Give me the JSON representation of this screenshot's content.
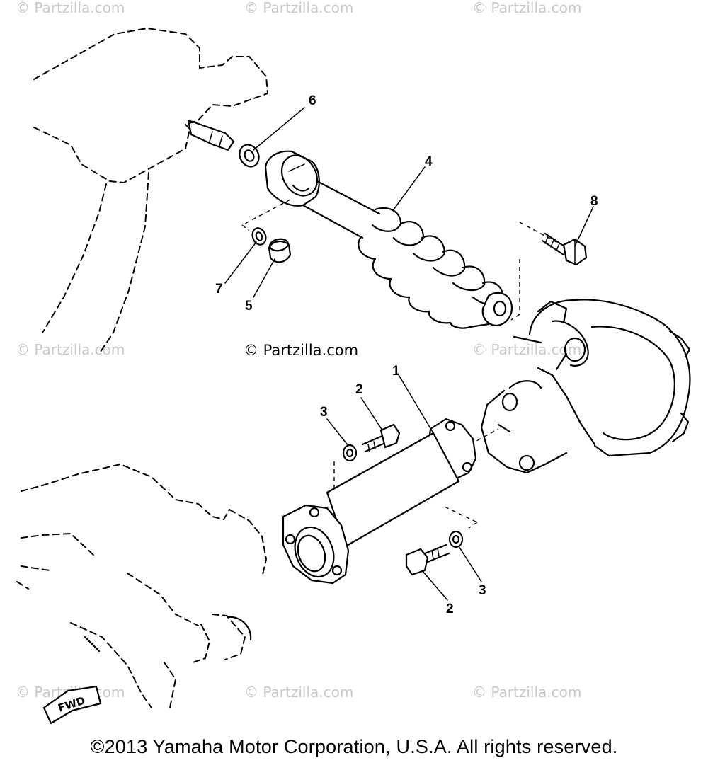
{
  "watermark": "© Partzilla.com",
  "center_watermark": "© Partzilla.com",
  "copyright": "©2013 Yamaha Motor Corporation, U.S.A. All rights reserved.",
  "fwd_label": "FWD",
  "callouts": {
    "c1": "1",
    "c2a": "2",
    "c2b": "2",
    "c3a": "3",
    "c3b": "3",
    "c4": "4",
    "c5": "5",
    "c6": "6",
    "c7": "7",
    "c8": "8"
  }
}
